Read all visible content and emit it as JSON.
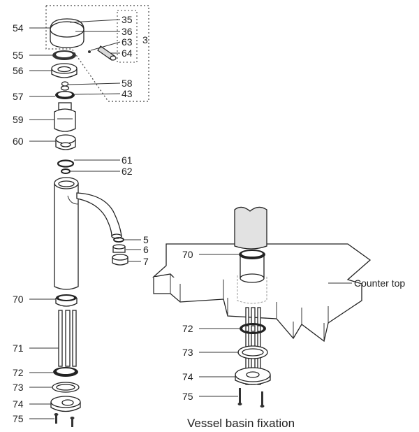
{
  "left_view": {
    "callouts": {
      "p54": "54",
      "p55": "55",
      "p56": "56",
      "p57": "57",
      "p59": "59",
      "p60": "60",
      "p70": "70",
      "p71": "71",
      "p72": "72",
      "p73": "73",
      "p74": "74",
      "p75": "75",
      "p35": "35",
      "p36": "36",
      "p63": "63",
      "p64": "64",
      "p3": "3",
      "p58": "58",
      "p43": "43",
      "p61": "61",
      "p62": "62",
      "p5": "5",
      "p6": "6",
      "p7": "7"
    }
  },
  "right_view": {
    "callouts": {
      "p70": "70",
      "p72": "72",
      "p73": "73",
      "p74": "74",
      "p75": "75"
    },
    "counter_label": "Counter top",
    "caption": "Vessel basin fixation"
  }
}
